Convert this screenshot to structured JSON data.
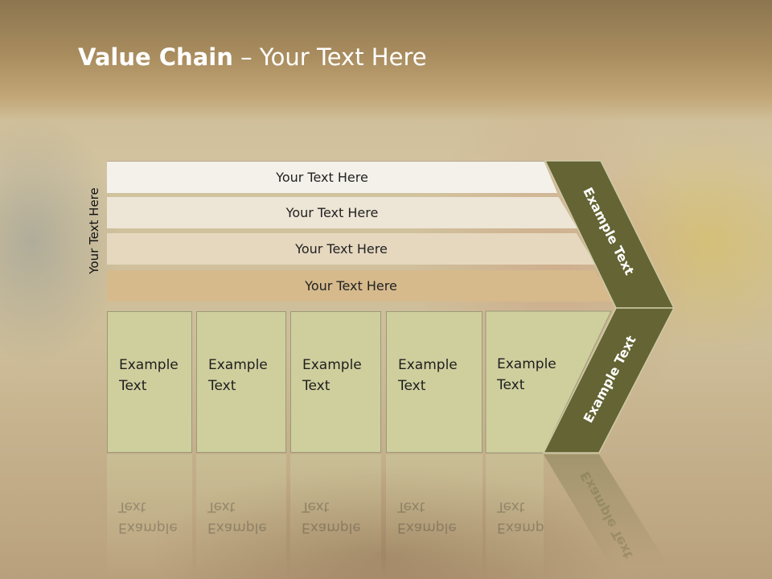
{
  "slide": {
    "title_strong": "Value Chain",
    "title_rest": " – Your Text Here",
    "side_label": "Your Text Here"
  },
  "rows": [
    "Your Text Here",
    "Your Text Here",
    "Your Text Here",
    "Your Text Here"
  ],
  "boxes": [
    {
      "line1": "Example",
      "line2": "Text"
    },
    {
      "line1": "Example",
      "line2": "Text"
    },
    {
      "line1": "Example",
      "line2": "Text"
    },
    {
      "line1": "Example",
      "line2": "Text"
    },
    {
      "line1": "Example",
      "line2": "Text"
    }
  ],
  "chevron": {
    "upper_label": "Example Text",
    "lower_label": "Example Text"
  },
  "colors": {
    "chevron_fill": "#646434",
    "box_fill": "#cfcf9e",
    "row_dark": "#d6ba8c"
  }
}
